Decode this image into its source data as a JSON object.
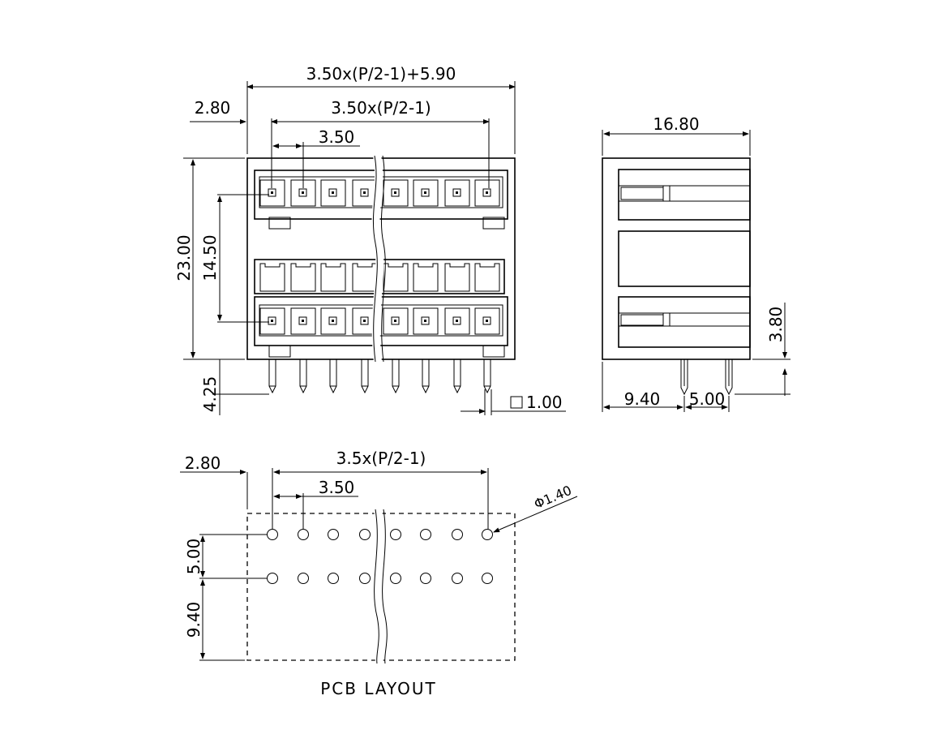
{
  "front_view": {
    "dim_overall_width": "3.50x(P/2-1)+5.90",
    "dim_offset": "2.80",
    "dim_span": "3.50x(P/2-1)",
    "dim_pitch": "3.50",
    "dim_height": "23.00",
    "dim_row_spacing": "14.50",
    "dim_pin_length": "4.25",
    "dim_pin_square": "1.00"
  },
  "side_view": {
    "dim_depth": "16.80",
    "dim_pin_offset": "9.40",
    "dim_pin_spacing": "5.00",
    "dim_pin_length": "3.80"
  },
  "pcb_layout": {
    "title": "PCB LAYOUT",
    "dim_offset": "2.80",
    "dim_span": "3.5x(P/2-1)",
    "dim_pitch": "3.50",
    "dim_hole_diameter": "Φ1.40",
    "dim_row_spacing": "5.00",
    "dim_edge_offset": "9.40"
  }
}
